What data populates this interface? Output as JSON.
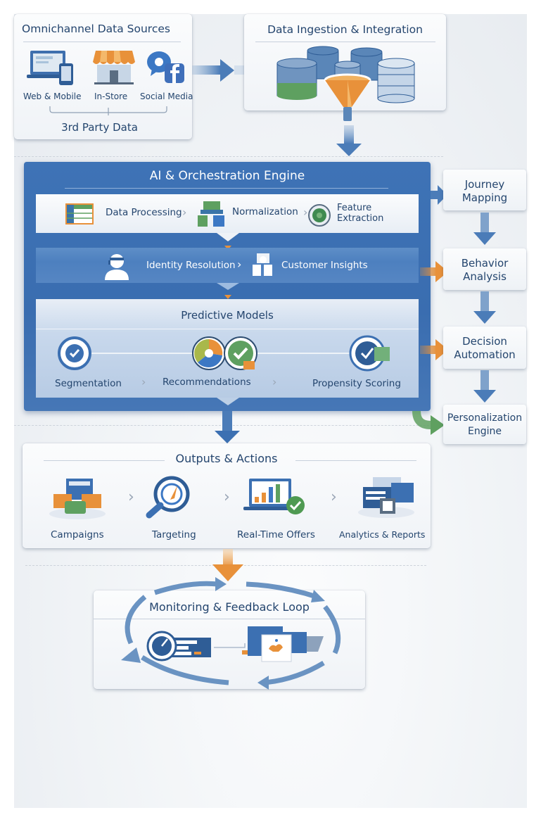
{
  "sources": {
    "title": "Omnichannel Data Sources",
    "items": [
      {
        "label": "Web & Mobile",
        "icon": "laptop-phone-icon"
      },
      {
        "label": "In-Store",
        "icon": "storefront-icon"
      },
      {
        "label": "Social Media",
        "icon": "social-chat-facebook-icon"
      }
    ],
    "third_party": "3rd Party Data"
  },
  "ingestion": {
    "title": "Data Ingestion & Integration",
    "icon": "databases-funnel-icon"
  },
  "engine": {
    "title": "AI & Orchestration Engine",
    "processing": [
      {
        "label": "Data Processing",
        "icon": "table-icon"
      },
      {
        "label": "Normalization",
        "icon": "blocks-icon"
      },
      {
        "label": "Feature",
        "label2": "Extraction",
        "icon": "gear-chip-icon"
      }
    ],
    "identity": [
      {
        "label": "Identity Resolution",
        "icon": "user-headset-icon"
      },
      {
        "label": "Customer Insights",
        "icon": "user-group-icon"
      }
    ],
    "predictive": {
      "title": "Predictive Models",
      "items": [
        {
          "label": "Segmentation",
          "icon": "segment-check-icon"
        },
        {
          "label": "Recommendations",
          "icon": "pie-check-icon"
        },
        {
          "label": "Propensity Scoring",
          "icon": "score-check-icon"
        }
      ]
    }
  },
  "side_flow": [
    {
      "line1": "Journey",
      "line2": "Mapping"
    },
    {
      "line1": "Behavior",
      "line2": "Analysis"
    },
    {
      "line1": "Decision",
      "line2": "Automation"
    },
    {
      "line1": "Personalization",
      "line2": "Engine"
    }
  ],
  "outputs": {
    "title": "Outputs & Actions",
    "items": [
      {
        "label": "Campaigns",
        "icon": "campaign-messages-icon"
      },
      {
        "label": "Targeting",
        "icon": "magnifier-target-icon"
      },
      {
        "label": "Real-Time Offers",
        "icon": "laptop-chart-check-icon"
      },
      {
        "label": "Analytics & Reports",
        "icon": "report-windows-icon"
      }
    ]
  },
  "feedback": {
    "title": "Monitoring & Feedback Loop",
    "icons": [
      "gauge-dashboard-icon",
      "feedback-window-icon"
    ]
  },
  "colors": {
    "primary_blue": "#3c70b2",
    "navy_text": "#24456e",
    "accent_orange": "#e8913a",
    "accent_green": "#5fa060"
  }
}
